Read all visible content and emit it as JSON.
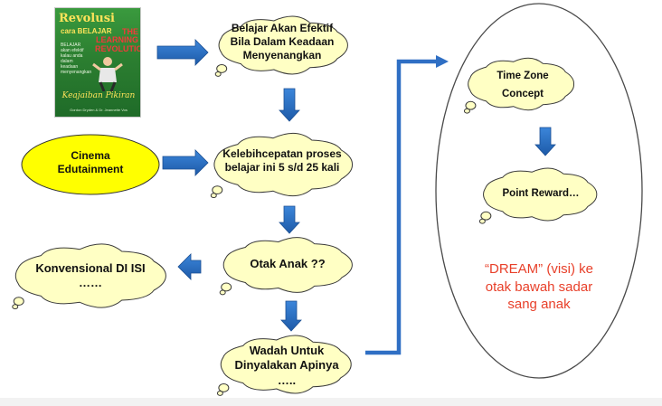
{
  "book": {
    "title_line1": "Revolusi",
    "title_line2": "cara BELAJAR",
    "title_line3": "THE LEARNING REVOLUTION",
    "subtitle": "BELAJAR akan efektif kalau anda dalam keadaan menyenangkan",
    "tagline": "Keajaiban Pikiran",
    "authors": "Gordon Dryden & Dr. Jeannette Vos"
  },
  "nodes": {
    "belajar_efektif": [
      "Belajar Akan Efektif",
      "Bila Dalam Keadaan",
      "Menyenangkan"
    ],
    "kecepatan": [
      "Kelebihcepatan proses",
      "belajar ini 5 s/d 25 kali"
    ],
    "otak_anak": [
      "Otak Anak ??"
    ],
    "wadah": [
      "Wadah Untuk",
      "Dinyalakan Apinya",
      "….."
    ],
    "konvensional": [
      "Konvensional DI ISI",
      "……"
    ],
    "cinema": [
      "Cinema",
      "Edutainment"
    ],
    "time_zone": [
      "Time Zone",
      "Concept"
    ],
    "point_reward": [
      "Point Reward…"
    ]
  },
  "dream_text": [
    "“DREAM” (visi) ke",
    "otak bawah sadar",
    "sang anak"
  ],
  "colors": {
    "cloud_fill": "#ffffc4",
    "cloud_stroke": "#3a3a3a",
    "arrow": "#2f6fc4",
    "ellipse_fill": "#ffff00",
    "dream_text": "#e8402a"
  }
}
